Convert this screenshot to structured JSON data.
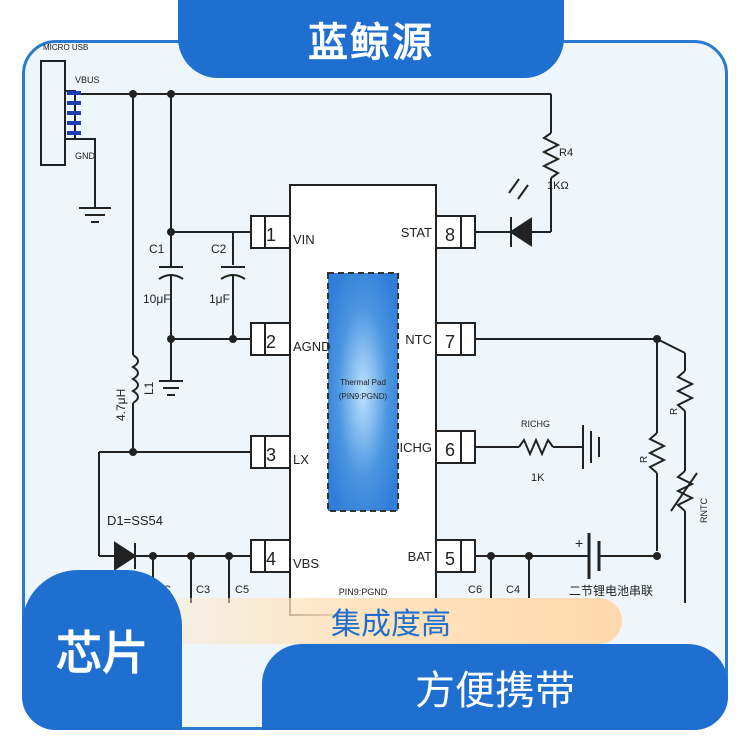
{
  "brand": {
    "title": "蓝鲸源"
  },
  "badge": {
    "label": "芯片"
  },
  "features": {
    "primary": "集成度高",
    "secondary": "方便携带"
  },
  "colors": {
    "accent": "#1f6fd0",
    "frame": "#2a7bd0",
    "thermal_pad": "#2f7fd8",
    "feature_bg": "#ffe3bf"
  },
  "schematic": {
    "usb": {
      "header": "MICRO USB",
      "vbus": "VBUS",
      "gnd": "GND"
    },
    "left_pins": [
      {
        "num": "1",
        "name": "VIN"
      },
      {
        "num": "2",
        "name": "AGND"
      },
      {
        "num": "3",
        "name": "LX"
      },
      {
        "num": "4",
        "name": "VBS"
      }
    ],
    "right_pins": [
      {
        "num": "8",
        "name": "STAT"
      },
      {
        "num": "7",
        "name": "NTC"
      },
      {
        "num": "6",
        "name": "ICHG"
      },
      {
        "num": "5",
        "name": "BAT"
      }
    ],
    "thermal_pad": {
      "line1": "Thermal Pad",
      "line2": "(PIN9:PGND)"
    },
    "pgnd_label": "PIN9:PGND",
    "components": {
      "c1": "C1",
      "c1_val": "10μF",
      "c2": "C2",
      "c2_val": "1μF",
      "l1_val": "4.7μH",
      "l1": "L1",
      "d1": "D1=SS54",
      "c3": "C3",
      "c5": "C5",
      "c6": "C6",
      "c4": "C4",
      "c_left": "C",
      "r4": "R4",
      "r4_val": "1KΩ",
      "richg": "RICHG",
      "richg_val": "1K",
      "r_left": "R",
      "r_right": "R",
      "rntc": "RNTC",
      "battery_plus": "+",
      "battery_label": "二节锂电池串联"
    }
  }
}
